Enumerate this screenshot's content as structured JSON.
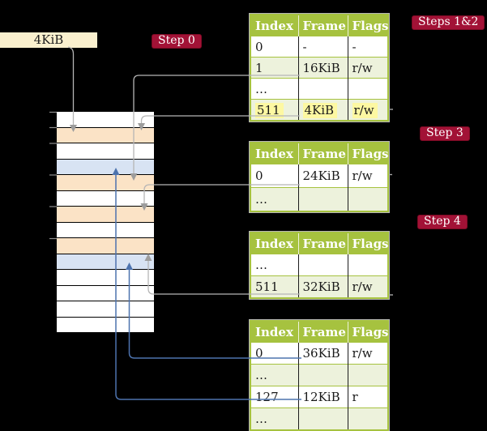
{
  "register_box": {
    "label": "4KiB"
  },
  "labels": {
    "step0": "Step 0",
    "steps_1_2": "Steps 1&2",
    "step3": "Step 3",
    "step4": "Step 4"
  },
  "memory": {
    "rows": [
      {
        "fill": "white"
      },
      {
        "fill": "orange"
      },
      {
        "fill": "white"
      },
      {
        "fill": "blue"
      },
      {
        "fill": "orange"
      },
      {
        "fill": "white"
      },
      {
        "fill": "orange"
      },
      {
        "fill": "white"
      },
      {
        "fill": "orange"
      },
      {
        "fill": "blue"
      },
      {
        "fill": "white"
      },
      {
        "fill": "white"
      },
      {
        "fill": "white"
      },
      {
        "fill": "white"
      }
    ]
  },
  "tables": [
    {
      "id": "steps-1-2",
      "headers": [
        "Index",
        "Frame",
        "Flags"
      ],
      "rows": [
        {
          "cells": [
            "0",
            "-",
            "-"
          ]
        },
        {
          "cells": [
            "1",
            "16KiB",
            "r/w"
          ]
        },
        {
          "cells": [
            "…",
            "",
            ""
          ]
        },
        {
          "cells": [
            "511",
            "4KiB",
            "r/w"
          ],
          "highlighted": true
        }
      ]
    },
    {
      "id": "step-3",
      "headers": [
        "Index",
        "Frame",
        "Flags"
      ],
      "rows": [
        {
          "cells": [
            "0",
            "24KiB",
            "r/w"
          ]
        },
        {
          "cells": [
            "…",
            "",
            ""
          ]
        }
      ]
    },
    {
      "id": "step-4a",
      "headers": [
        "Index",
        "Frame",
        "Flags"
      ],
      "rows": [
        {
          "cells": [
            "…",
            "",
            ""
          ]
        },
        {
          "cells": [
            "511",
            "32KiB",
            "r/w"
          ]
        }
      ]
    },
    {
      "id": "step-4b",
      "headers": [
        "Index",
        "Frame",
        "Flags"
      ],
      "rows": [
        {
          "cells": [
            "0",
            "36KiB",
            "r/w"
          ]
        },
        {
          "cells": [
            "…",
            "",
            ""
          ]
        },
        {
          "cells": [
            "127",
            "12KiB",
            "r"
          ]
        },
        {
          "cells": [
            "…",
            "",
            ""
          ]
        }
      ]
    }
  ],
  "arrows": [
    {
      "from": "register 4KiB",
      "to": "memory row 2 (4KiB frame)",
      "color": "gray"
    },
    {
      "from": "table steps-1-2 entry 1 (16KiB)",
      "to": "memory row 5 (16KiB frame)",
      "color": "gray"
    },
    {
      "from": "table steps-1-2 entry 511 (4KiB)",
      "to": "memory row 2 (4KiB frame)",
      "color": "gray"
    },
    {
      "from": "table step-3 entry 0 (24KiB)",
      "to": "memory row 7 (24KiB frame)",
      "color": "gray"
    },
    {
      "from": "table step-4a entry 511 (32KiB)",
      "to": "memory row 9 (32KiB frame)",
      "color": "gray"
    },
    {
      "from": "table step-4b entry 0 (36KiB)",
      "to": "memory row 10 (36KiB frame)",
      "color": "blue"
    },
    {
      "from": "table step-4b entry 127 (12KiB)",
      "to": "memory row 4 (12KiB frame)",
      "color": "blue"
    }
  ],
  "colors": {
    "background": "#000000",
    "table_header": "#a6c23f",
    "table_border": "#a6c23f",
    "table_row_alt": "#edf2dc",
    "highlight": "#fdf8a2",
    "label_bg": "#a21236",
    "register_bg": "#faf0ce",
    "memory_orange": "#fbe3c6",
    "memory_blue": "#d8e3f3",
    "arrow_gray": "#b5b5b5",
    "arrow_blue": "#4d73ae"
  }
}
